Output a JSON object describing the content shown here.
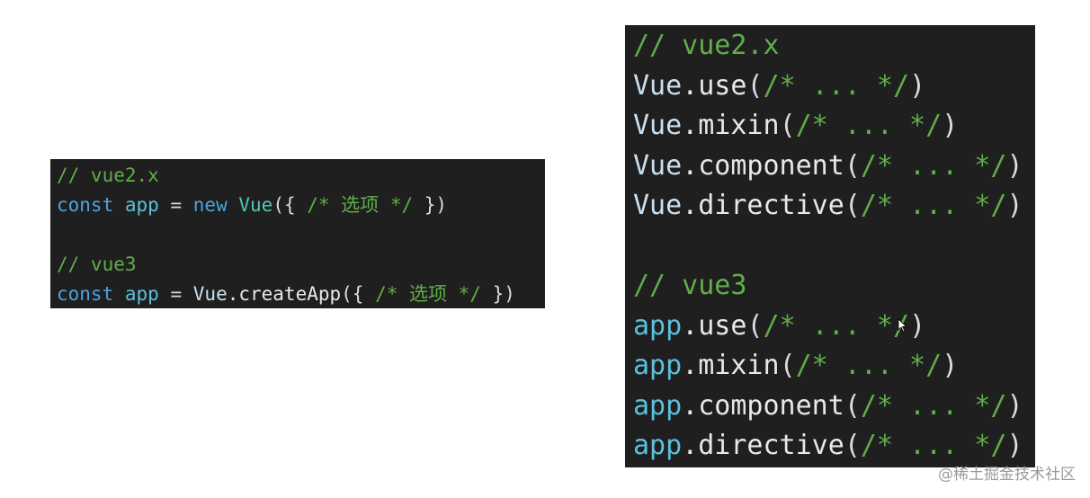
{
  "left": {
    "line1_comment": "// vue2.x",
    "line2_kw": "const",
    "line2_id": "app",
    "line2_eq": "=",
    "line2_new": "new",
    "line2_vue": "Vue",
    "line2_open": "({ ",
    "line2_comment": "/* 选项 */",
    "line2_close": " })",
    "line4_comment": "// vue3",
    "line5_kw": "const",
    "line5_id": "app",
    "line5_eq": "=",
    "line5_vue": "Vue",
    "line5_method": ".createApp",
    "line5_open": "({ ",
    "line5_comment": "/* 选项 */",
    "line5_close": " })"
  },
  "right": {
    "comment_v2": "// vue2.x",
    "v2_obj": "Vue",
    "comment_v3": "// vue3",
    "v3_obj": "app",
    "methods": [
      ".use",
      ".mixin",
      ".component",
      ".directive"
    ],
    "arg_open": "(",
    "arg_comment": "/* ... */",
    "arg_close": ")"
  },
  "watermark": "@稀土掘金技术社区"
}
